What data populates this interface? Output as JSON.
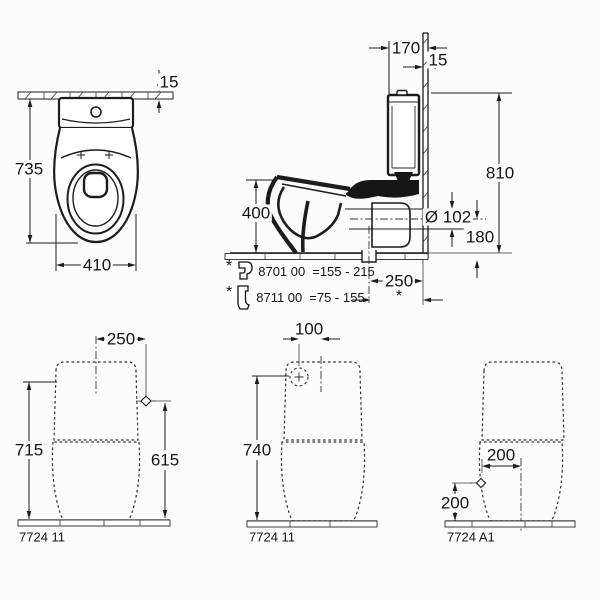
{
  "front_view": {
    "wall_thickness": "15",
    "overall_height": "735",
    "bowl_width": "410"
  },
  "side_view": {
    "cistern_depth": "170",
    "wall_thickness": "15",
    "overall_height": "810",
    "bowl_height": "400",
    "outlet_diameter": "Ø 102",
    "outlet_center_height": "180",
    "outlet_wall_distance": "250",
    "variable_mark": "*",
    "callouts": [
      {
        "mark": "*",
        "code": "8701 00",
        "range": "=155 - 215"
      },
      {
        "mark": "*",
        "code": "8711 00",
        "range": "=75 - 155"
      }
    ]
  },
  "rear_views": [
    {
      "model": "7724 11",
      "offset_top": "250",
      "height_outer": "715",
      "height_inner": "615"
    },
    {
      "model": "7724 11",
      "offset_top": "100",
      "height_outer": "740"
    },
    {
      "model": "7724 A1",
      "offset_side": "200",
      "offset_bottom": "200"
    }
  ],
  "colors": {
    "line": "#1c1c1c",
    "background": "#fcfcfc"
  }
}
